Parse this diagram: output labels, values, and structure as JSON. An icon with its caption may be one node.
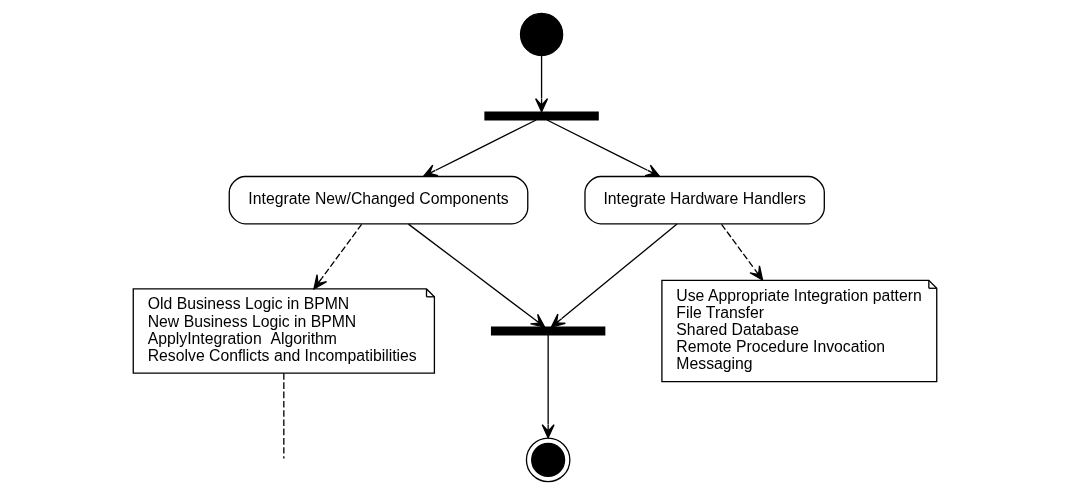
{
  "diagram": {
    "nodes": [
      {
        "text": [],
        "shape": "circle"
      },
      {
        "text": [],
        "shape": "bar"
      },
      {
        "text": [
          "Integrate New/Changed Components"
        ]
      },
      {
        "text": [
          "Integrate Hardware Handlers"
        ]
      },
      {
        "text": [
          "Old Business Logic in BPMN",
          "New Business Logic in BPMN",
          "ApplyIntegration  Algorithm",
          "Resolve Conflicts and Incompatibilities"
        ]
      },
      {
        "text": [],
        "shape": "bar"
      },
      {
        "text": [
          "Use Appropriate Integration pattern",
          "File Transfer",
          "Shared Database",
          "Remote Procedure Invocation",
          "Messaging"
        ]
      },
      {
        "text": [],
        "shape": "circle"
      }
    ],
    "edges": [
      {
        "from": 0,
        "to": 1,
        "arrow": "to"
      },
      {
        "from": 1,
        "to": 2,
        "arrow": "to"
      },
      {
        "from": 1,
        "to": 3,
        "arrow": "to"
      },
      {
        "from": 2,
        "to": 4,
        "arrow": "to",
        "style": "dashed"
      },
      {
        "from": 2,
        "to": 5,
        "arrow": "to"
      },
      {
        "from": 3,
        "to": 5,
        "arrow": "to"
      },
      {
        "from": 3,
        "to": 6,
        "arrow": "to",
        "style": "dashed"
      },
      {
        "from": 5,
        "to": 7,
        "arrow": "to"
      },
      {
        "from": 4,
        "to": null,
        "arrow": "none",
        "style": "dashed"
      }
    ]
  }
}
